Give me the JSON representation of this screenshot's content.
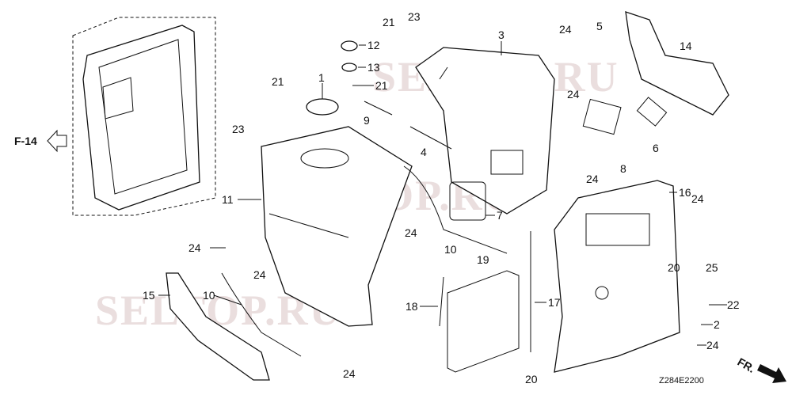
{
  "diagram": {
    "code": "Z284E2200",
    "front_label": "FR.",
    "ref_label": "F-14",
    "watermark": "SELTOP.RU",
    "callouts": {
      "p1": "1",
      "p2": "2",
      "p3": "3",
      "p4": "4",
      "p5": "5",
      "p6": "6",
      "p7": "7",
      "p8": "8",
      "p9": "9",
      "p10a": "10",
      "p10b": "10",
      "p11": "11",
      "p12": "12",
      "p13": "13",
      "p14": "14",
      "p15": "15",
      "p16": "16",
      "p17": "17",
      "p18": "18",
      "p19": "19",
      "p20a": "20",
      "p20b": "20",
      "p21a": "21",
      "p21b": "21",
      "p21c": "21",
      "p22": "22",
      "p23a": "23",
      "p23b": "23",
      "p24a": "24",
      "p24b": "24",
      "p24c": "24",
      "p24d": "24",
      "p24e": "24",
      "p24f": "24",
      "p24g": "24",
      "p24h": "24",
      "p24i": "24",
      "p25": "25"
    }
  }
}
